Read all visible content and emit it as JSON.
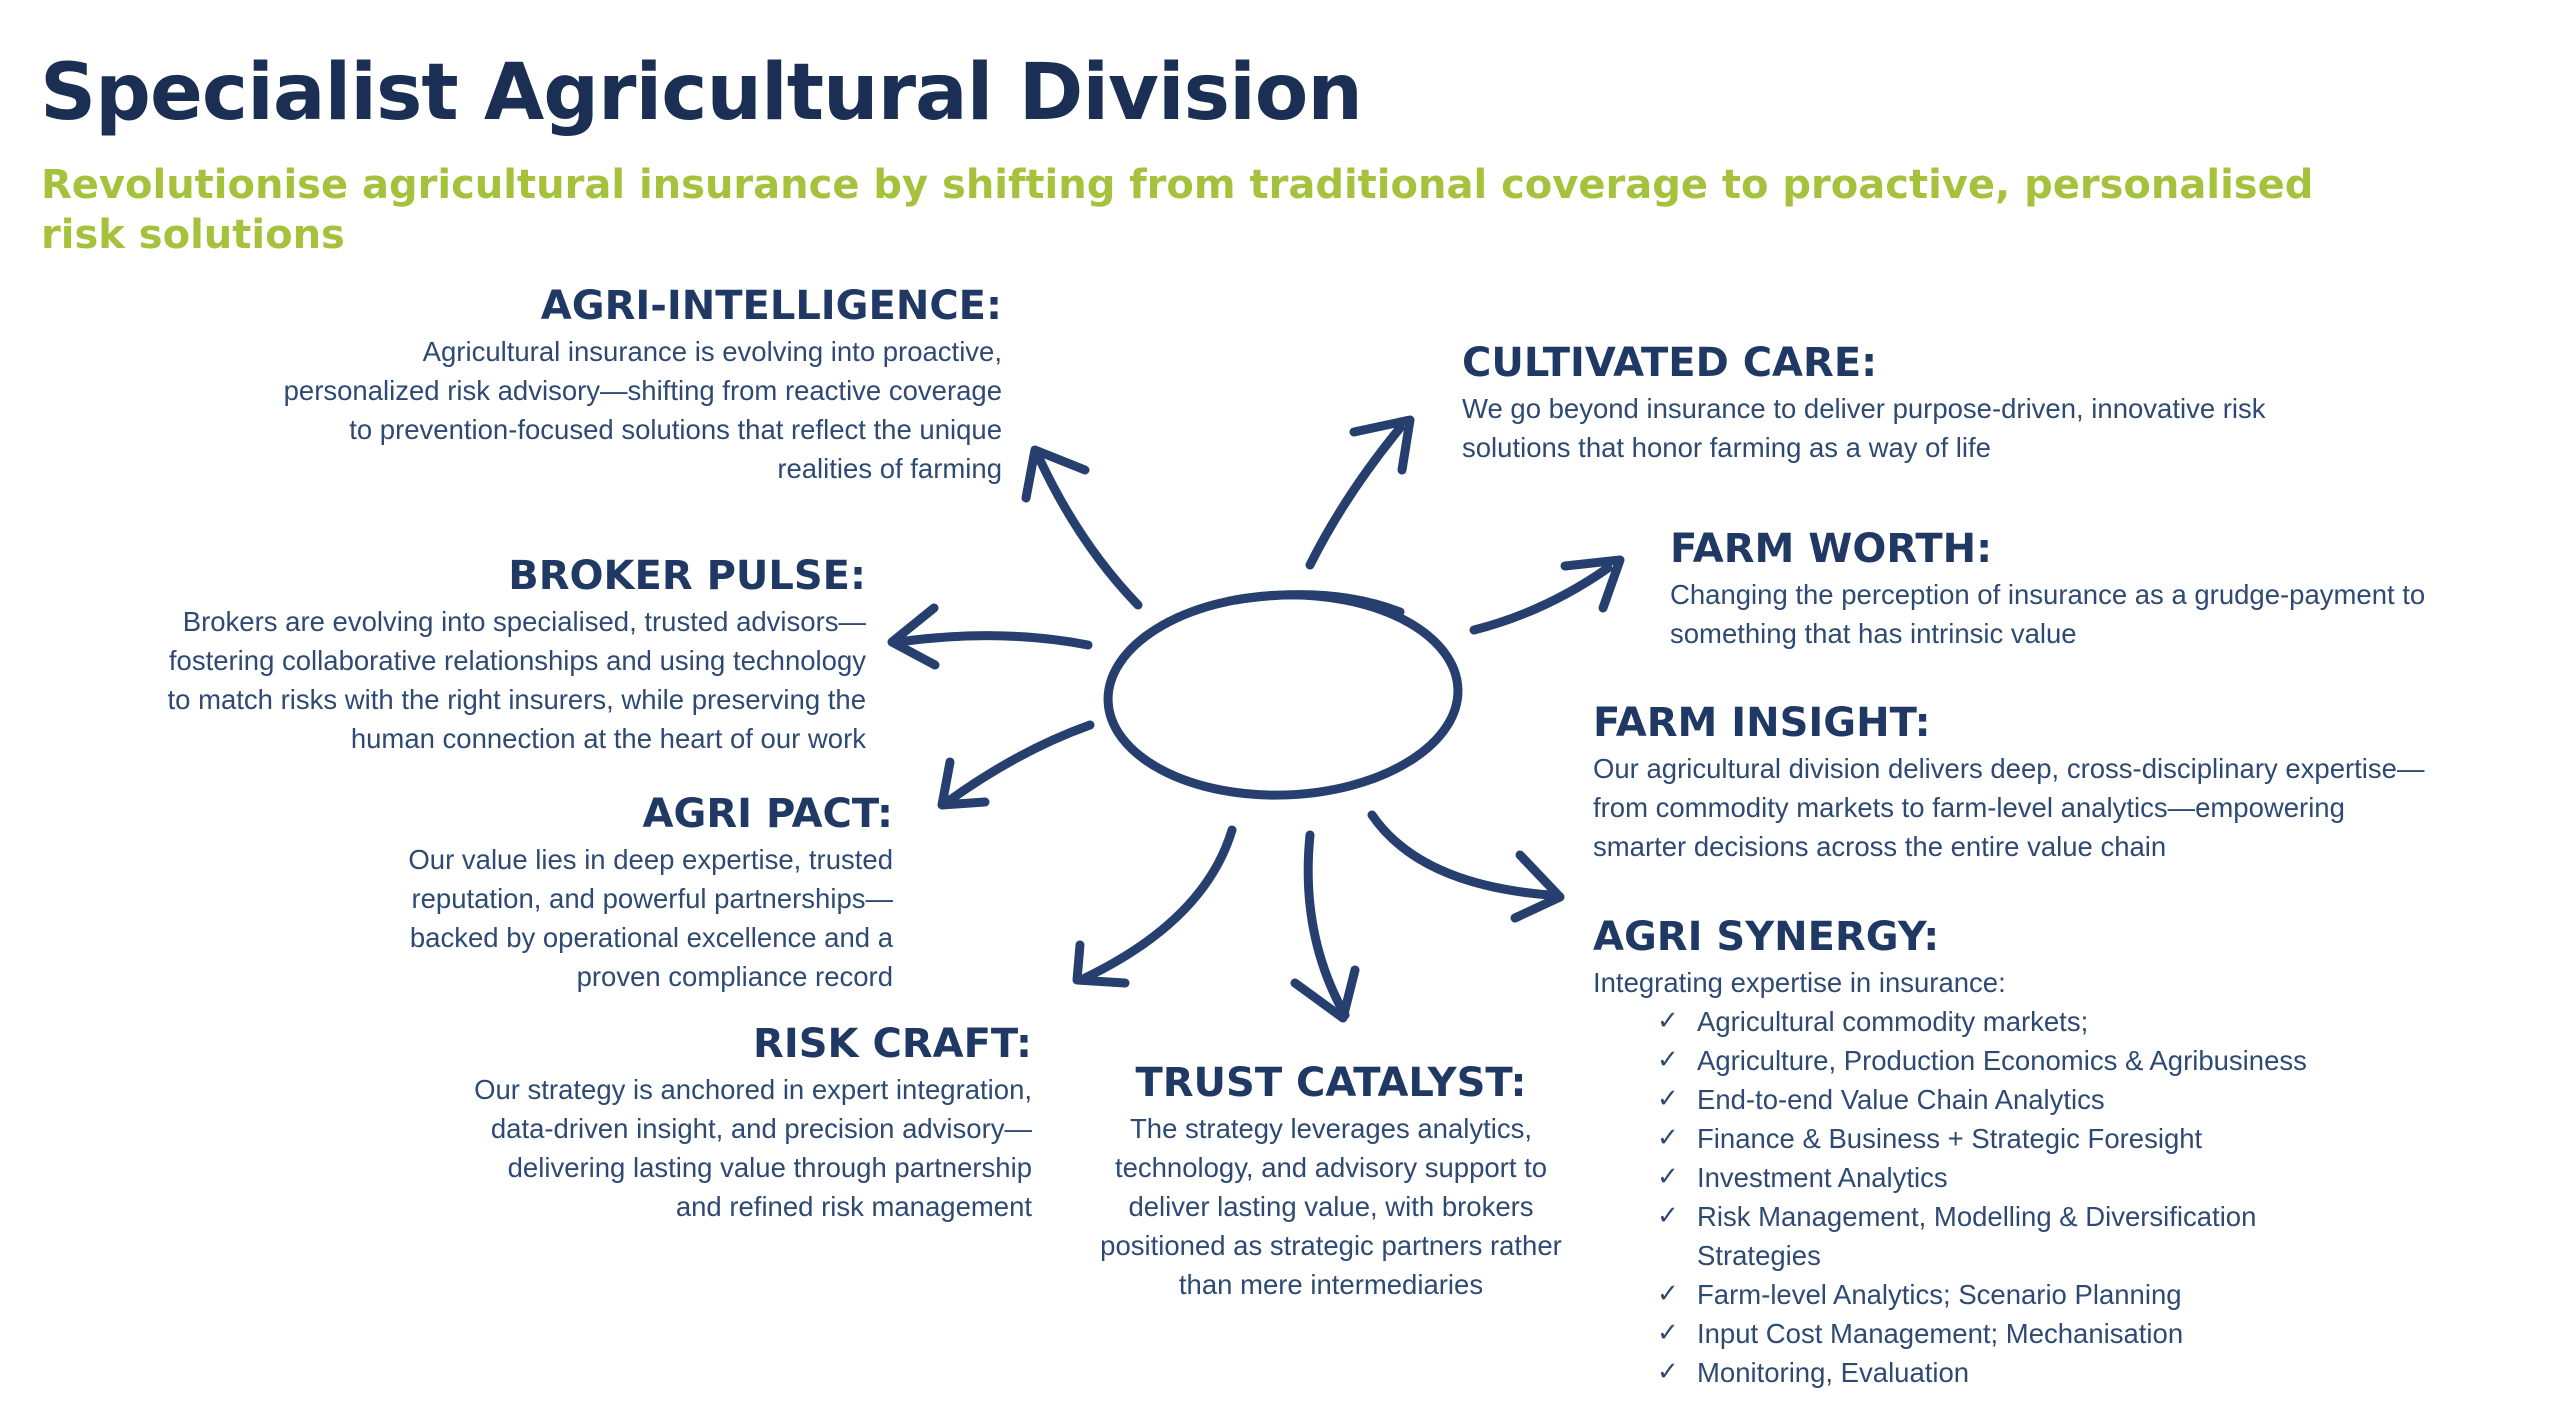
{
  "title": "Specialist Agricultural Division",
  "subtitle": "Revolutionise agricultural insurance by shifting from traditional coverage to proactive, personalised risk solutions",
  "colors": {
    "heading": "#1f3864",
    "body": "#2e4a73",
    "accent": "#a6c23c",
    "sketch": "#263f6e"
  },
  "sections": {
    "agri_intelligence": {
      "heading": "AGRI-INTELLIGENCE:",
      "lines": [
        "Agricultural insurance is evolving into proactive,",
        "personalized risk advisory—shifting from reactive coverage",
        "to prevention-focused solutions that reflect the unique",
        "realities of farming"
      ]
    },
    "broker_pulse": {
      "heading": "BROKER PULSE:",
      "lines": [
        "Brokers are evolving into specialised, trusted advisors—",
        "fostering collaborative relationships and using technology",
        "to match risks with the right insurers, while preserving the",
        "human connection at the heart of our work"
      ]
    },
    "agri_pact": {
      "heading": "AGRI PACT:",
      "lines": [
        "Our value lies in deep expertise, trusted",
        "reputation, and powerful partnerships—",
        "backed by operational excellence and a",
        "proven compliance record"
      ]
    },
    "risk_craft": {
      "heading": "RISK CRAFT:",
      "lines": [
        "Our strategy is anchored in expert integration,",
        "data-driven insight, and precision advisory—",
        "delivering lasting value through partnership",
        "and refined risk management"
      ]
    },
    "trust_catalyst": {
      "heading": "TRUST CATALYST:",
      "lines": [
        "The strategy leverages analytics,",
        "technology, and advisory support to",
        "deliver lasting value, with brokers",
        "positioned as strategic partners rather",
        "than mere intermediaries"
      ]
    },
    "cultivated_care": {
      "heading": "CULTIVATED CARE:",
      "lines": [
        "We go beyond insurance to deliver purpose-driven, innovative risk",
        "solutions that honor farming as a way of life"
      ]
    },
    "farm_worth": {
      "heading": "FARM WORTH:",
      "lines": [
        "Changing the perception of insurance as a grudge-payment to",
        "something that has intrinsic value"
      ]
    },
    "farm_insight": {
      "heading": "FARM INSIGHT:",
      "lines": [
        "Our agricultural division delivers deep, cross-disciplinary expertise—",
        "from commodity markets to farm-level analytics—empowering",
        "smarter decisions across the entire value chain"
      ]
    },
    "agri_synergy": {
      "heading": "AGRI SYNERGY:",
      "intro": "Integrating expertise in insurance:",
      "check_glyph": "✓",
      "items": [
        "Agricultural commodity markets;",
        "Agriculture, Production Economics & Agribusiness",
        "End-to-end Value Chain Analytics",
        "Finance & Business + Strategic Foresight",
        "Investment Analytics",
        "Risk Management, Modelling & Diversification Strategies",
        "Farm-level Analytics; Scenario Planning",
        "Input Cost Management; Mechanisation",
        "Monitoring, Evaluation"
      ]
    }
  }
}
